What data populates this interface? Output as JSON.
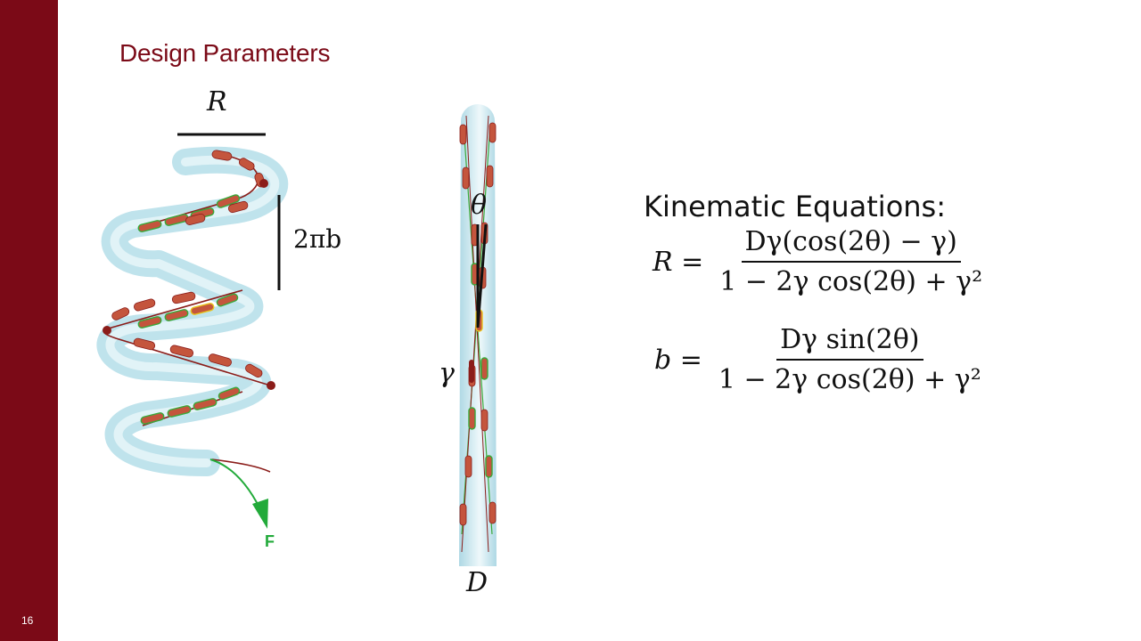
{
  "slide": {
    "page_number": "16",
    "title": "Design Parameters"
  },
  "diagram_labels": {
    "radius": "R",
    "pitch": "2πb",
    "theta": "θ",
    "gamma": "γ",
    "diameter": "D",
    "force": "F"
  },
  "equations": {
    "heading": "Kinematic Equations:",
    "r_lhs": "R =",
    "r_num": "Dγ(cos(2θ) − γ)",
    "r_den": "1 − 2γ cos(2θ) + γ²",
    "b_lhs": "b =",
    "b_num": "Dγ sin(2θ)",
    "b_den": "1 − 2γ cos(2θ) + γ²"
  },
  "colors": {
    "sidebar": "#7b0a17",
    "title": "#7b0a17",
    "tube": "#bfe3ec",
    "fiber": "#9b2a20",
    "segment": "#c4553d",
    "segment_green": "#3aa83a",
    "force": "#22aa3a"
  }
}
